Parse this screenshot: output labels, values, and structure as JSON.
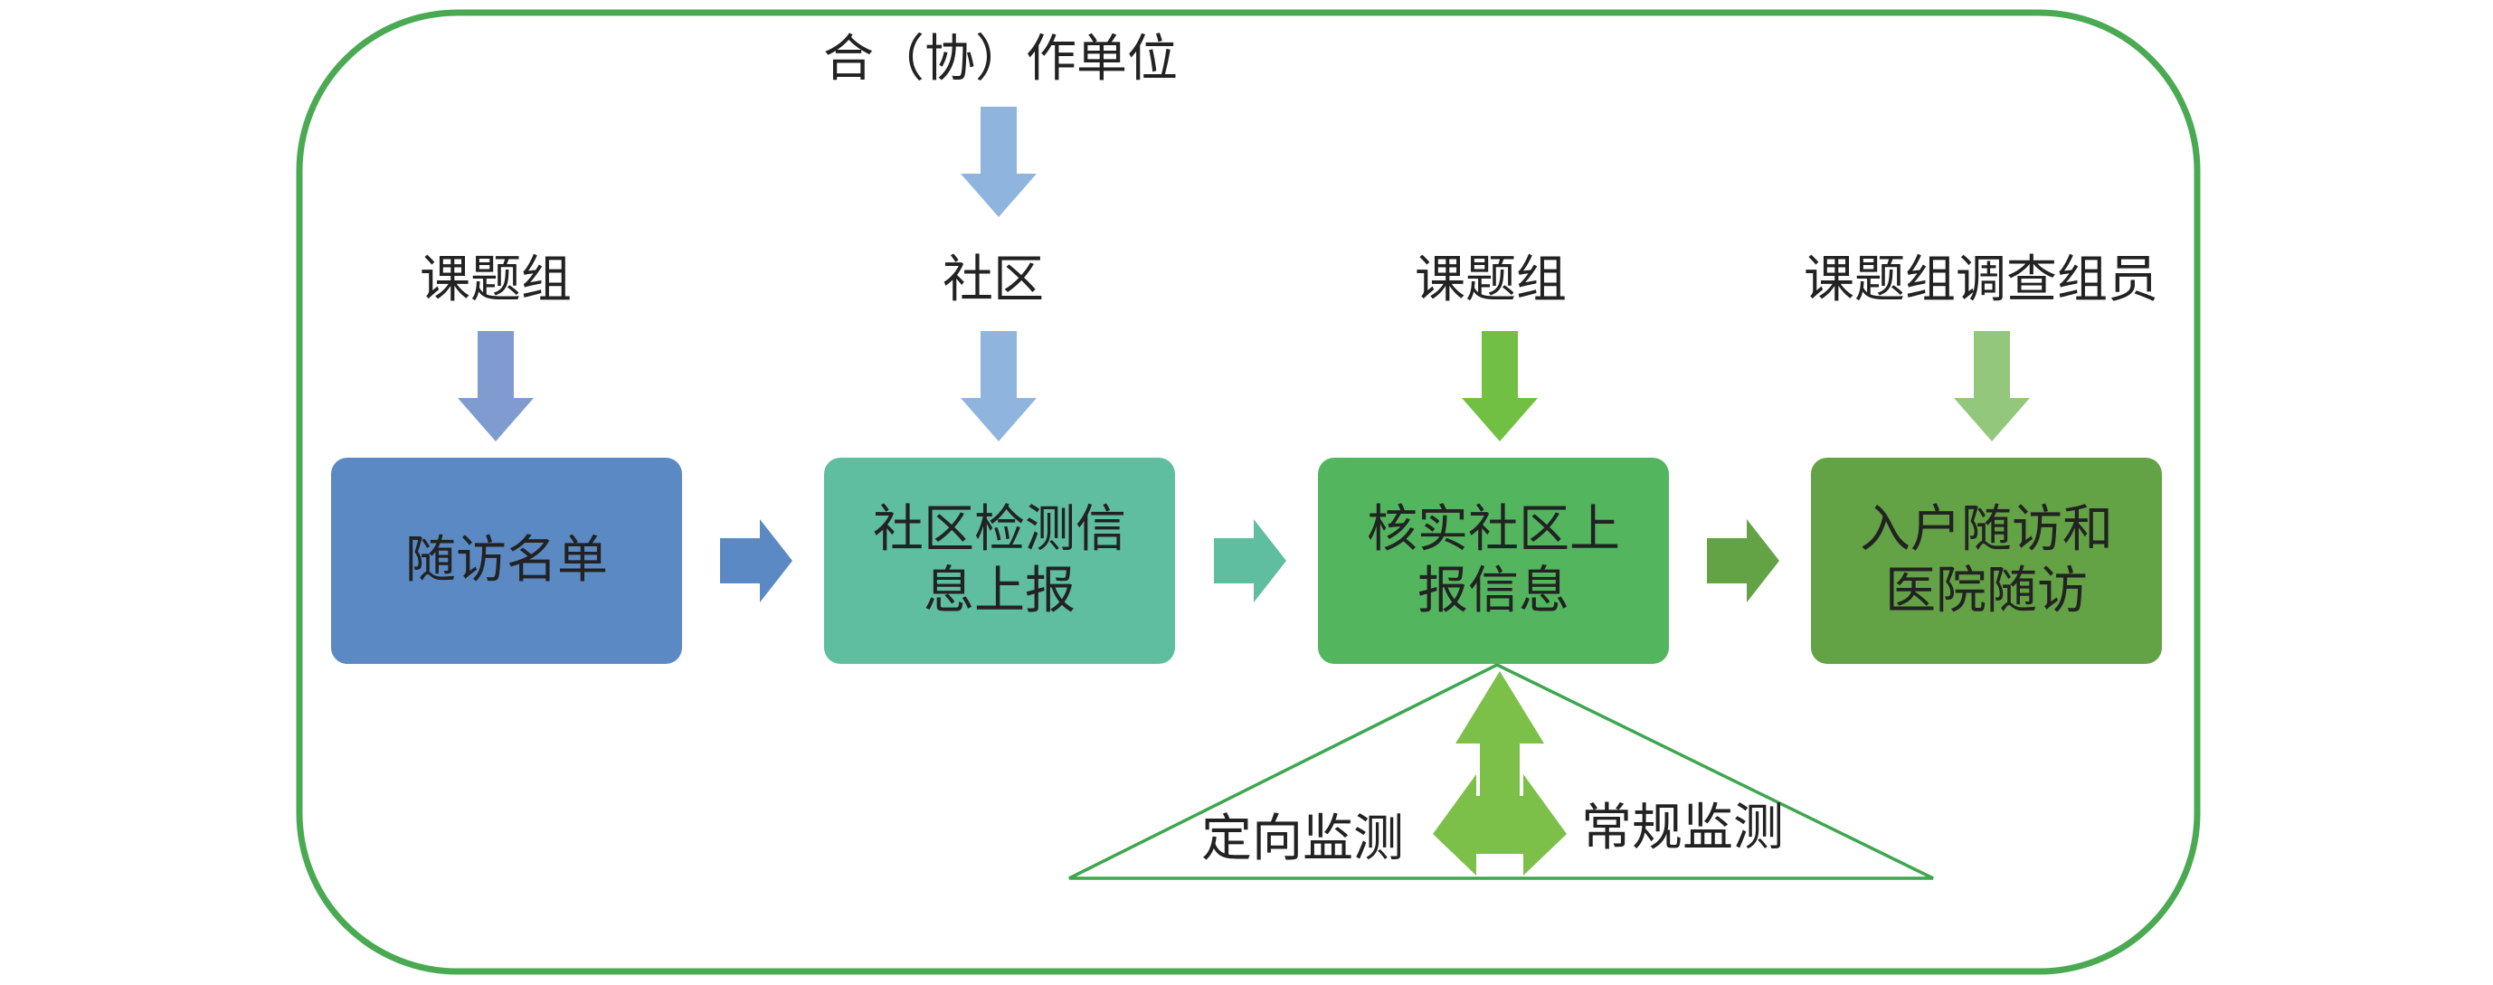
{
  "top_source": "合（协）作单位",
  "columns": [
    {
      "source": "课题组",
      "step": [
        "随访名单"
      ],
      "box_color": "#5a89c4",
      "arrow_color": "#7f9bd0"
    },
    {
      "source": "社区",
      "step": [
        "社区检测信",
        "息上报"
      ],
      "box_color": "#5fbda0",
      "arrow_color": "#8fb5de"
    },
    {
      "source": "课题组",
      "step": [
        "核实社区上",
        "报信息"
      ],
      "box_color": "#53b65f",
      "arrow_color": "#72c043"
    },
    {
      "source": "课题组调查组员",
      "step": [
        "入户随访和",
        "医院随访"
      ],
      "box_color": "#63a245",
      "arrow_color": "#93c87c"
    }
  ],
  "flow_arrow_colors": [
    "#5a89c4",
    "#5fbda0",
    "#63a245"
  ],
  "monitoring": {
    "left_label": "定向监测",
    "right_label": "常规监测",
    "color": "#7cc04a",
    "outline": "#3fa650"
  },
  "frame_color": "#4aaa52"
}
